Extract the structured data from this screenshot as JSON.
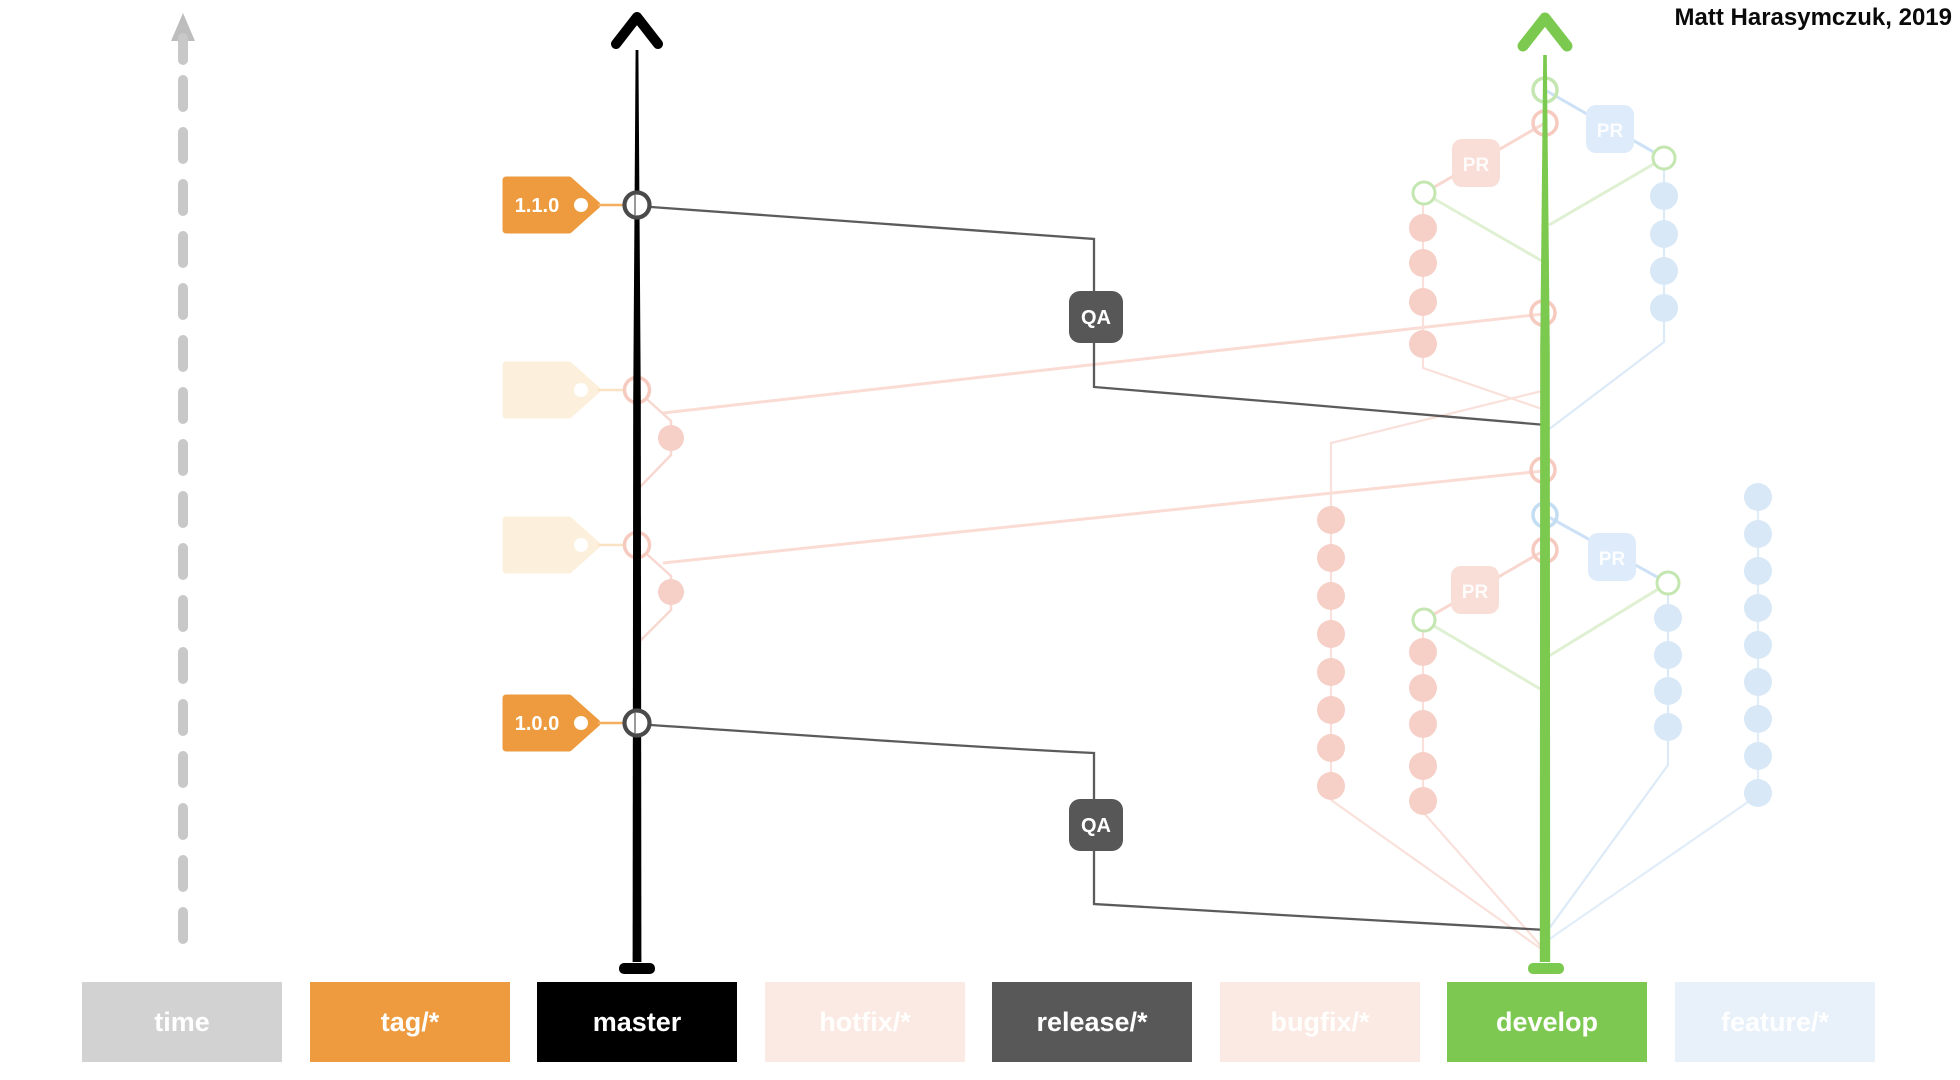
{
  "title_attribution": "Matt Harasymczuk, 2019",
  "legend": {
    "time": "time",
    "tag": "tag/*",
    "master": "master",
    "hotfix": "hotfix/*",
    "release": "release/*",
    "bugfix": "bugfix/*",
    "develop": "develop",
    "feature": "feature/*"
  },
  "tags": {
    "latest": "1.1.0",
    "previous": "1.0.0"
  },
  "qa": {
    "top": "QA",
    "bottom": "QA"
  },
  "pr": {
    "top_bugfix": "PR",
    "top_feature": "PR",
    "bottom_bugfix": "PR",
    "bottom_feature": "PR"
  },
  "colors": {
    "tag_orange": "#ED9B3E",
    "master_black": "#000000",
    "develop_green": "#7CC94F",
    "release_dark_gray": "#575757",
    "time_gray": "#D2D2D2",
    "hotfix_bugfix_pink_faded": "#FBE9E3",
    "feature_blue_faded": "#E8F1FA",
    "faded_tag_cream": "#FCF0DC"
  }
}
